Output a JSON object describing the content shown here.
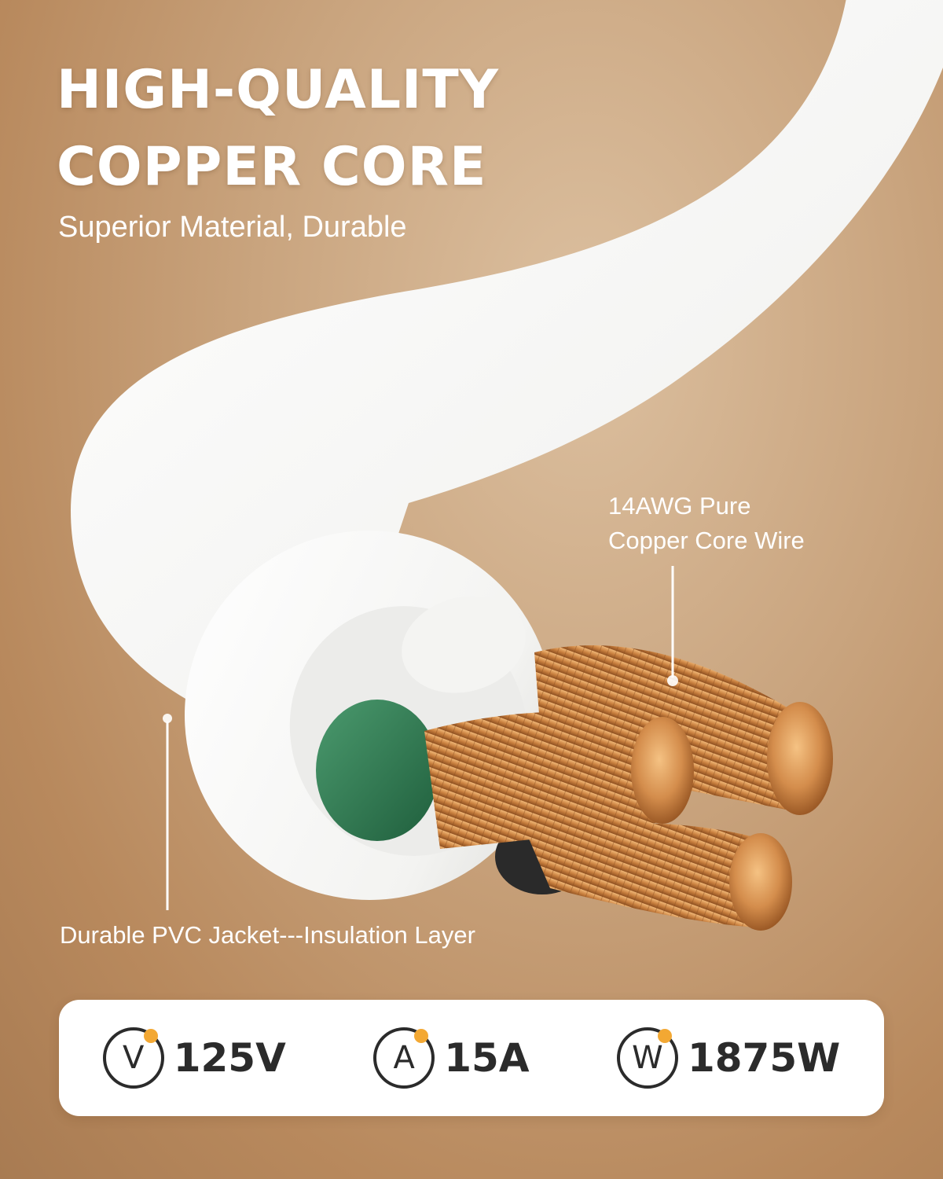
{
  "headline": {
    "line1": "HIGH-QUALITY",
    "line2": "COPPER CORE"
  },
  "subtitle": "Superior Material, Durable",
  "callouts": {
    "wire": {
      "line1": "14AWG Pure",
      "line2": "Copper Core Wire"
    },
    "jacket": "Durable PVC Jacket---Insulation Layer"
  },
  "specs": [
    {
      "symbol": "V",
      "value": "125V"
    },
    {
      "symbol": "A",
      "value": "15A"
    },
    {
      "symbol": "W",
      "value": "1875W"
    }
  ],
  "colors": {
    "accent": "#f3a833",
    "copper": "#c98a4c",
    "ground": "#2f7d55",
    "text": "#ffffff"
  }
}
